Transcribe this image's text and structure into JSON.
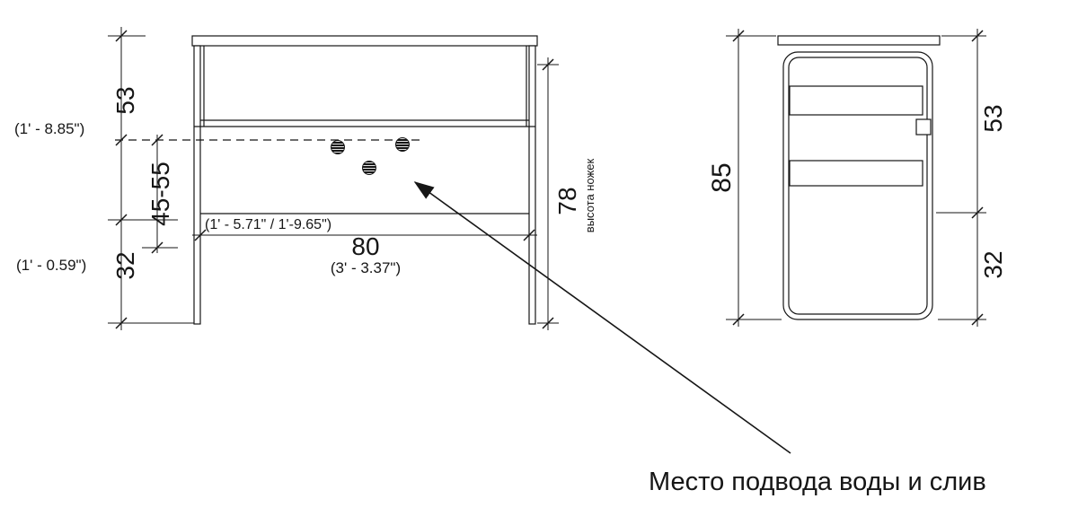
{
  "front_view": {
    "dim_53": "53",
    "dim_53_imperial": "(1' - 8.85\")",
    "dim_45_55": "45-55",
    "dim_32": "32",
    "dim_32_imperial": "(1' - 0.59\")",
    "dim_78": "78",
    "dim_78_note": "высота ножек",
    "dim_range_imperial": "(1' - 5.71\" / 1'-9.65\")",
    "dim_80": "80",
    "dim_80_imperial": "(3' - 3.37\")"
  },
  "side_view": {
    "dim_85": "85",
    "dim_53": "53",
    "dim_32": "32"
  },
  "annotation": {
    "water_label": "Место подвода воды и слив"
  }
}
